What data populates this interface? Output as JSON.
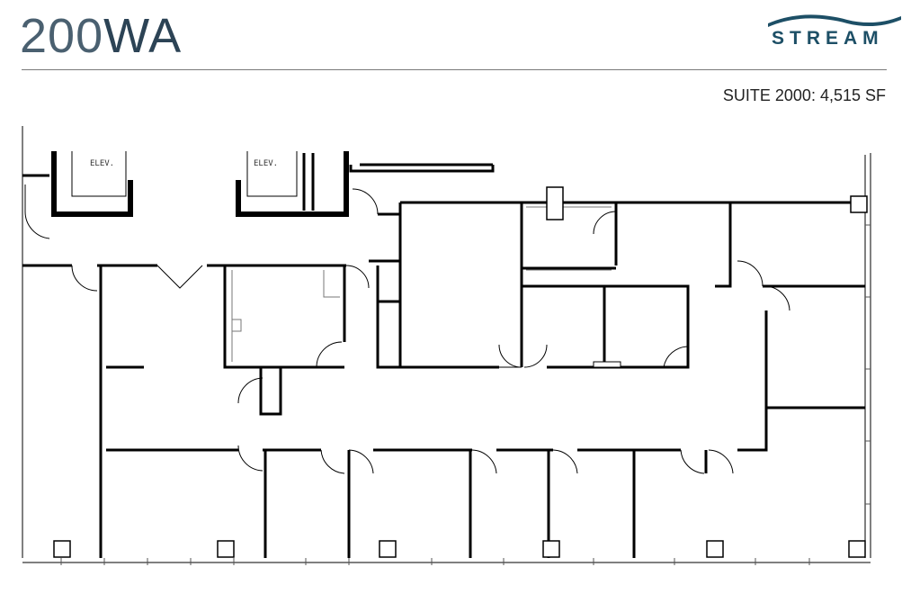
{
  "header": {
    "logo_light": "200",
    "logo_bold": "WA",
    "brand_name": "STREAM",
    "suite_label": "SUITE 2000: 4,515 SF"
  },
  "floorplan": {
    "elevator_labels": [
      "ELEV.",
      "ELEV."
    ]
  },
  "colors": {
    "logo": "#2c4355",
    "brand": "#1d4f66",
    "walls": "#000000"
  }
}
